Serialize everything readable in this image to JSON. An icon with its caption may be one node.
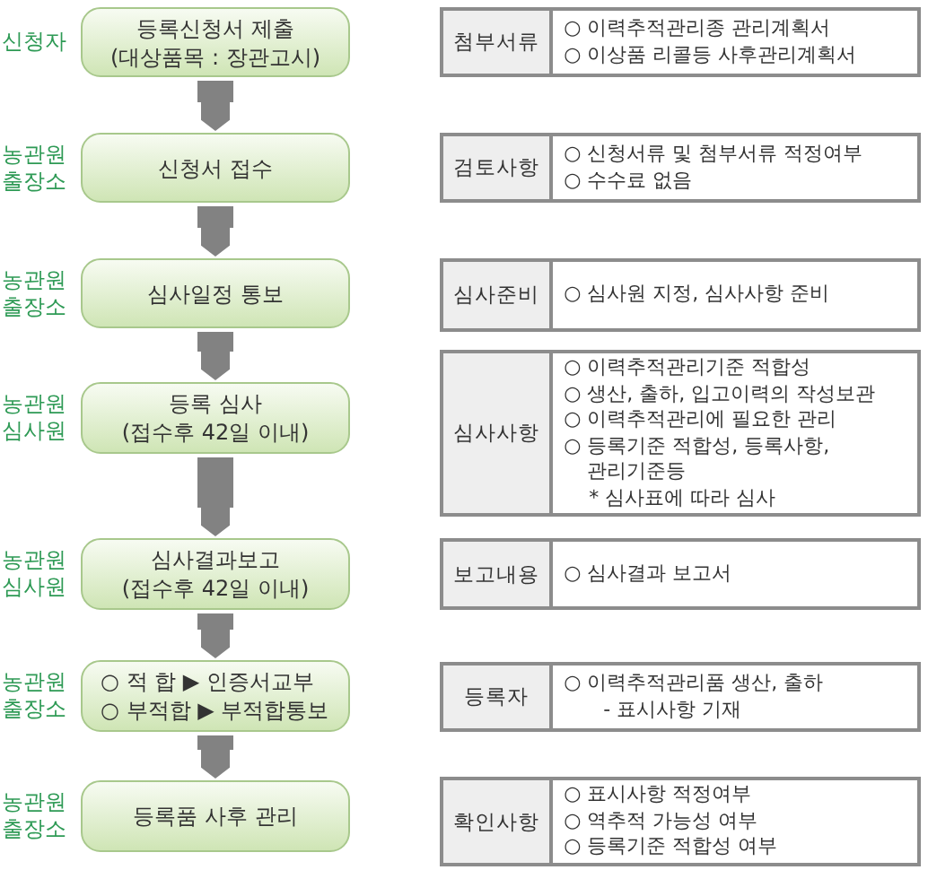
{
  "diagram": {
    "nodes": [
      {
        "text": [
          "등록신청서 제출",
          "(대상품목 : 장관고시)"
        ],
        "beside": [
          "신청자"
        ]
      },
      {
        "text": [
          "신청서 접수"
        ],
        "beside": [
          "농관원 출장소"
        ]
      },
      {
        "text": [
          "심사일정 통보"
        ],
        "beside": [
          "농관원 출장소"
        ]
      },
      {
        "text": [
          "등록 심사",
          "(접수후 42일 이내)"
        ],
        "beside": [
          "농관원 심사원"
        ]
      },
      {
        "text": [
          "심사결과보고",
          "(접수후 42일 이내)"
        ],
        "beside": [
          "농관원 심사원"
        ]
      },
      {
        "text": [
          "○ 적 합 ▶ 인증서교부",
          "○ 부적합 ▶ 부적합통보"
        ],
        "beside": [
          "농관원 출장소"
        ]
      },
      {
        "text": [
          "등록품 사후 관리"
        ],
        "beside": [
          "농관원 출장소"
        ]
      },
      {
        "text": [
          "첨부서류",
          "○ 이력추적관리종 관리계획서",
          "○ 이상품 리콜등 사후관리계획서"
        ]
      },
      {
        "text": [
          "검토사항",
          "○ 신청서류 및 첨부서류 적정여부",
          "○ 수수료 없음"
        ]
      },
      {
        "text": [
          "심사준비",
          "○ 심사원 지정, 심사사항 준비"
        ]
      },
      {
        "text": [
          "심사사항",
          "○ 이력추적관리기준 적합성",
          "○ 생산, 출하, 입고이력의 작성보관",
          "○ 이력추적관리에 필요한 관리",
          "○ 등록기준 적합성, 등록사항, 관리기준등",
          "* 심사표에 따라 심사"
        ]
      },
      {
        "text": [
          "보고내용",
          "○ 심사결과 보고서"
        ]
      },
      {
        "text": [
          "등록자",
          "○ 이력추적관리품 생산, 출하",
          "- 표시사항 기재"
        ]
      },
      {
        "text": [
          "확인사항",
          "○ 표시사항 적정여부",
          "○ 역추적 가능성 여부",
          "○ 등록기준 적합성 여부"
        ]
      }
    ],
    "edges": [
      {
        "from": 0,
        "to": 1,
        "arrow": "to"
      },
      {
        "from": 1,
        "to": 2,
        "arrow": "to"
      },
      {
        "from": 2,
        "to": 3,
        "arrow": "to"
      },
      {
        "from": 3,
        "to": 4,
        "arrow": "to"
      },
      {
        "from": 4,
        "to": 5,
        "arrow": "to"
      },
      {
        "from": 5,
        "to": 6,
        "arrow": "to"
      }
    ]
  }
}
